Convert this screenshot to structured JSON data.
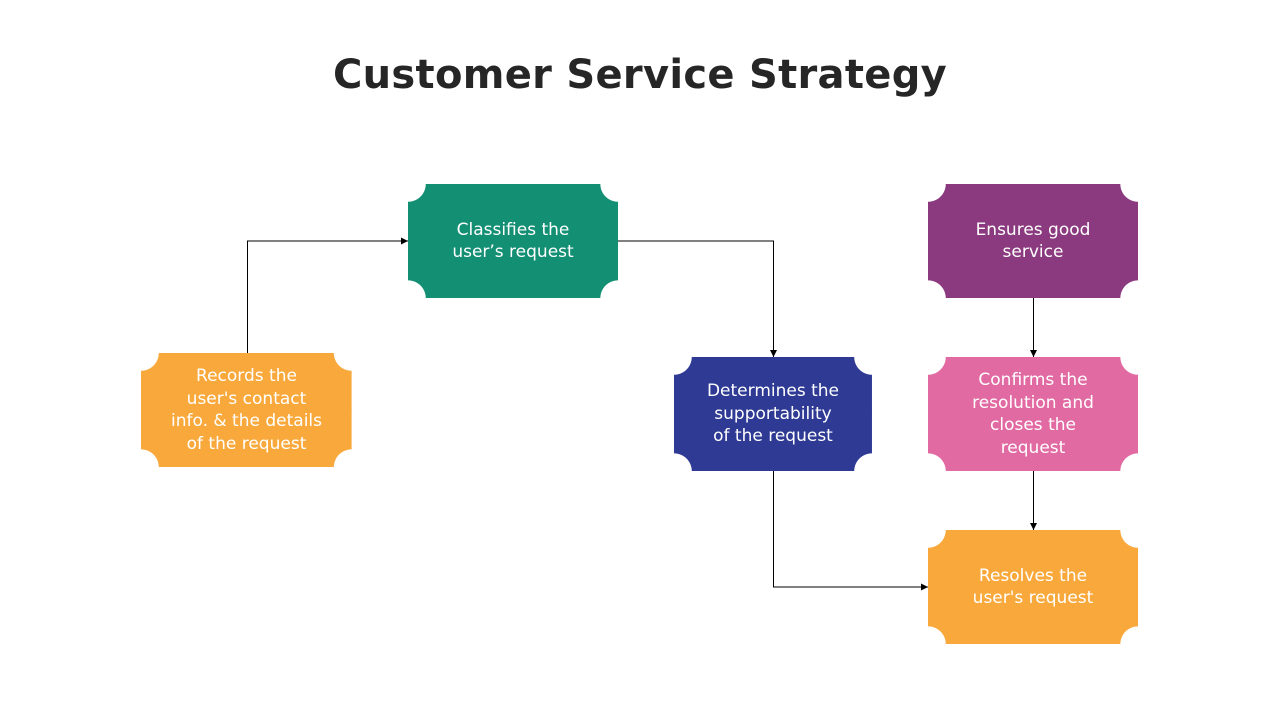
{
  "title": "Customer Service Strategy",
  "nodes": {
    "records": {
      "label": "Records the\nuser's contact\ninfo. & the details\nof the request",
      "color": "#F9A93C"
    },
    "classify": {
      "label": "Classifies the\nuser’s request",
      "color": "#138F74"
    },
    "determine": {
      "label": "Determines the\nsupportability\nof the request",
      "color": "#2E3A93"
    },
    "ensures": {
      "label": "Ensures good\nservice",
      "color": "#8B3A7F"
    },
    "confirms": {
      "label": "Confirms the\nresolution and\ncloses the\nrequest",
      "color": "#E26AA2"
    },
    "resolves": {
      "label": "Resolves the\nuser's request",
      "color": "#F9A93C"
    }
  },
  "connector_color": "#000000"
}
